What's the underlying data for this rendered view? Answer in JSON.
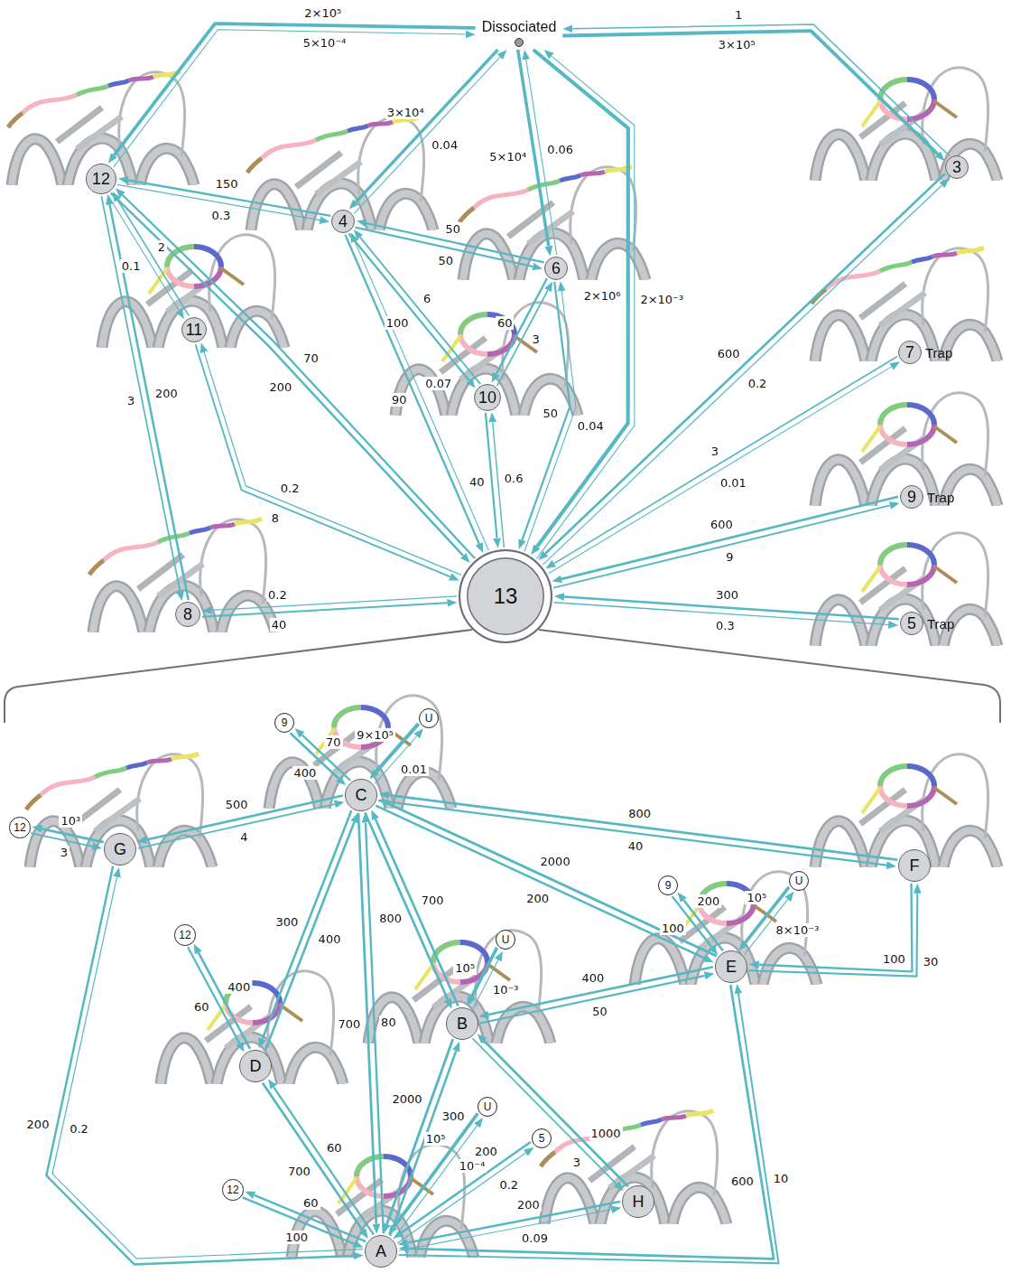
{
  "diagram": {
    "nodes": [
      {
        "text": [
          "Dissociated"
        ]
      },
      {
        "text": [
          "12"
        ]
      },
      {
        "text": [
          "4"
        ]
      },
      {
        "text": [
          "6"
        ]
      },
      {
        "text": [
          "3"
        ]
      },
      {
        "text": [
          "7",
          "Trap"
        ]
      },
      {
        "text": [
          "10"
        ]
      },
      {
        "text": [
          "11"
        ]
      },
      {
        "text": [
          "9",
          "Trap"
        ]
      },
      {
        "text": [
          "13"
        ]
      },
      {
        "text": [
          "8"
        ]
      },
      {
        "text": [
          "5",
          "Trap"
        ]
      },
      {
        "text": [
          "9"
        ]
      },
      {
        "text": [
          "U"
        ]
      },
      {
        "text": [
          "12"
        ]
      },
      {
        "text": [
          "G"
        ]
      },
      {
        "text": [
          "C"
        ]
      },
      {
        "text": [
          "F"
        ]
      },
      {
        "text": [
          "9"
        ]
      },
      {
        "text": [
          "U"
        ]
      },
      {
        "text": [
          "12"
        ]
      },
      {
        "text": [
          "U"
        ]
      },
      {
        "text": [
          "E"
        ]
      },
      {
        "text": [
          "B"
        ]
      },
      {
        "text": [
          "D"
        ]
      },
      {
        "text": [
          "U"
        ]
      },
      {
        "text": [
          "5"
        ]
      },
      {
        "text": [
          "12"
        ]
      },
      {
        "text": [
          "H"
        ]
      },
      {
        "text": [
          "A"
        ]
      }
    ],
    "edges": [
      {
        "from": 0,
        "to": 1,
        "arrow": "to",
        "label": "2×10⁵"
      },
      {
        "from": 1,
        "to": 0,
        "arrow": "to",
        "label": "5×10⁻⁴"
      },
      {
        "from": 0,
        "to": 4,
        "arrow": "to",
        "label": "3×10⁵"
      },
      {
        "from": 4,
        "to": 0,
        "arrow": "to",
        "label": "1"
      },
      {
        "from": 0,
        "to": 2,
        "arrow": "to",
        "label": "3×10⁴"
      },
      {
        "from": 2,
        "to": 0,
        "arrow": "to",
        "label": "0.04"
      },
      {
        "from": 3,
        "to": 0,
        "arrow": "to",
        "label": "0.06"
      },
      {
        "from": 0,
        "to": 3,
        "arrow": "to",
        "label": "5×10⁴"
      },
      {
        "from": 9,
        "to": 0,
        "arrow": "to",
        "label": "2×10⁻³"
      },
      {
        "from": 0,
        "to": 9,
        "arrow": "to",
        "label": "2×10⁶"
      },
      {
        "from": 2,
        "to": 1,
        "arrow": "to",
        "label": "150"
      },
      {
        "from": 1,
        "to": 2,
        "arrow": "to",
        "label": "0.3"
      },
      {
        "from": 2,
        "to": 3,
        "arrow": "to",
        "label": "50"
      },
      {
        "from": 3,
        "to": 2,
        "arrow": "to",
        "label": "50"
      },
      {
        "from": 2,
        "to": 6,
        "arrow": "to",
        "label": "100"
      },
      {
        "from": 6,
        "to": 2,
        "arrow": "to",
        "label": "6"
      },
      {
        "from": 6,
        "to": 3,
        "arrow": "to",
        "label": "3"
      },
      {
        "from": 3,
        "to": 6,
        "arrow": "to",
        "label": "60"
      },
      {
        "from": 1,
        "to": 7,
        "arrow": "to",
        "label": "0.1"
      },
      {
        "from": 7,
        "to": 1,
        "arrow": "to",
        "label": "2"
      },
      {
        "from": 1,
        "to": 10,
        "arrow": "to",
        "label": "3"
      },
      {
        "from": 10,
        "to": 1,
        "arrow": "to",
        "label": "200"
      },
      {
        "from": 9,
        "to": 1,
        "arrow": "to",
        "label": "70"
      },
      {
        "from": 1,
        "to": 9,
        "arrow": "to",
        "label": "200"
      },
      {
        "from": 2,
        "to": 9,
        "arrow": "to",
        "label": "90"
      },
      {
        "from": 9,
        "to": 2,
        "arrow": "to",
        "label": "0.07"
      },
      {
        "from": 6,
        "to": 9,
        "arrow": "to",
        "label": "40"
      },
      {
        "from": 9,
        "to": 6,
        "arrow": "to",
        "label": "0.6"
      },
      {
        "from": 9,
        "to": 3,
        "arrow": "to",
        "label": "0.04"
      },
      {
        "from": 3,
        "to": 9,
        "arrow": "to",
        "label": "50"
      },
      {
        "from": 9,
        "to": 4,
        "arrow": "to",
        "label": "0.2"
      },
      {
        "from": 4,
        "to": 9,
        "arrow": "to",
        "label": "600"
      },
      {
        "from": 9,
        "to": 5,
        "arrow": "to",
        "label": "0.01"
      },
      {
        "from": 5,
        "to": 9,
        "arrow": "to",
        "label": "3"
      },
      {
        "from": 9,
        "to": 8,
        "arrow": "to",
        "label": "9"
      },
      {
        "from": 8,
        "to": 9,
        "arrow": "to",
        "label": "600"
      },
      {
        "from": 9,
        "to": 11,
        "arrow": "to",
        "label": "0.3"
      },
      {
        "from": 11,
        "to": 9,
        "arrow": "to",
        "label": "300"
      },
      {
        "from": 9,
        "to": 7,
        "arrow": "to",
        "label": "0.2"
      },
      {
        "from": 7,
        "to": 9,
        "arrow": "to",
        "label": "8"
      },
      {
        "from": 9,
        "to": 10,
        "arrow": "to",
        "label": "0.2"
      },
      {
        "from": 10,
        "to": 9,
        "arrow": "to",
        "label": "40"
      },
      {
        "from": 14,
        "to": 15,
        "arrow": "to",
        "label": "3"
      },
      {
        "from": 15,
        "to": 14,
        "arrow": "to",
        "label": "10³"
      },
      {
        "from": 15,
        "to": 16,
        "arrow": "to",
        "label": "4"
      },
      {
        "from": 16,
        "to": 15,
        "arrow": "to",
        "label": "500"
      },
      {
        "from": 12,
        "to": 16,
        "arrow": "to",
        "label": "400"
      },
      {
        "from": 16,
        "to": 12,
        "arrow": "to",
        "label": "70"
      },
      {
        "from": 13,
        "to": 16,
        "arrow": "to",
        "label": "9×10⁵"
      },
      {
        "from": 16,
        "to": 13,
        "arrow": "to",
        "label": "0.01"
      },
      {
        "from": 16,
        "to": 17,
        "arrow": "to",
        "label": "40"
      },
      {
        "from": 17,
        "to": 16,
        "arrow": "to",
        "label": "800"
      },
      {
        "from": 16,
        "to": 22,
        "arrow": "to",
        "label": "200"
      },
      {
        "from": 22,
        "to": 16,
        "arrow": "to",
        "label": "2000"
      },
      {
        "from": 23,
        "to": 16,
        "arrow": "to",
        "label": "700"
      },
      {
        "from": 16,
        "to": 23,
        "arrow": "to",
        "label": "800"
      },
      {
        "from": 16,
        "to": 24,
        "arrow": "to",
        "label": "300"
      },
      {
        "from": 24,
        "to": 16,
        "arrow": "to",
        "label": "400"
      },
      {
        "from": 16,
        "to": 29,
        "arrow": "to",
        "label": "700"
      },
      {
        "from": 29,
        "to": 16,
        "arrow": "to",
        "label": "80"
      },
      {
        "from": 24,
        "to": 20,
        "arrow": "to",
        "label": "400"
      },
      {
        "from": 20,
        "to": 24,
        "arrow": "to",
        "label": "60"
      },
      {
        "from": 24,
        "to": 29,
        "arrow": "to",
        "label": "700"
      },
      {
        "from": 29,
        "to": 24,
        "arrow": "to",
        "label": "60"
      },
      {
        "from": 21,
        "to": 23,
        "arrow": "to",
        "label": "10⁵"
      },
      {
        "from": 23,
        "to": 21,
        "arrow": "to",
        "label": "10⁻³"
      },
      {
        "from": 23,
        "to": 22,
        "arrow": "to",
        "label": "50"
      },
      {
        "from": 22,
        "to": 23,
        "arrow": "to",
        "label": "400"
      },
      {
        "from": 28,
        "to": 23,
        "arrow": "to",
        "label": "1000"
      },
      {
        "from": 23,
        "to": 28,
        "arrow": "to",
        "label": "3"
      },
      {
        "from": 29,
        "to": 23,
        "arrow": "to",
        "label": "300"
      },
      {
        "from": 23,
        "to": 29,
        "arrow": "to",
        "label": "2000"
      },
      {
        "from": 18,
        "to": 22,
        "arrow": "to",
        "label": "100"
      },
      {
        "from": 22,
        "to": 18,
        "arrow": "to",
        "label": "200"
      },
      {
        "from": 19,
        "to": 22,
        "arrow": "to",
        "label": "10⁵"
      },
      {
        "from": 22,
        "to": 19,
        "arrow": "to",
        "label": "8×10⁻³"
      },
      {
        "from": 22,
        "to": 17,
        "arrow": "to",
        "label": "30"
      },
      {
        "from": 17,
        "to": 22,
        "arrow": "to",
        "label": "100"
      },
      {
        "from": 25,
        "to": 29,
        "arrow": "to",
        "label": "10⁵"
      },
      {
        "from": 29,
        "to": 25,
        "arrow": "to",
        "label": "10⁻⁴"
      },
      {
        "from": 29,
        "to": 28,
        "arrow": "to",
        "label": "0.09"
      },
      {
        "from": 28,
        "to": 29,
        "arrow": "to",
        "label": "200"
      },
      {
        "from": 29,
        "to": 27,
        "arrow": "to",
        "label": "60"
      },
      {
        "from": 27,
        "to": 29,
        "arrow": "to",
        "label": "100"
      },
      {
        "from": 29,
        "to": 26,
        "arrow": "to",
        "label": "0.2"
      },
      {
        "from": 26,
        "to": 29,
        "arrow": "to",
        "label": "200"
      },
      {
        "from": 15,
        "to": 29,
        "arrow": "to",
        "label": "200"
      },
      {
        "from": 29,
        "to": 15,
        "arrow": "to",
        "label": "0.2"
      },
      {
        "from": 29,
        "to": 22,
        "arrow": "to",
        "label": "10"
      },
      {
        "from": 22,
        "to": 29,
        "arrow": "to",
        "label": "600"
      }
    ]
  }
}
